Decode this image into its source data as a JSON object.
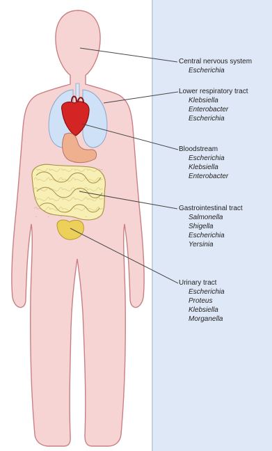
{
  "colors": {
    "body_fill": "#f6d4d4",
    "body_stroke": "#c97f82",
    "lung_fill": "#cfe1f7",
    "heart_fill": "#d52424",
    "stomach_fill": "#efb090",
    "intestine_fill": "#f7efb4",
    "bladder_fill": "#ecd05a",
    "panel_fill": "#dfe8f7",
    "leader_line": "#454545"
  },
  "organs": [
    {
      "name": "brain-region",
      "fill": "#f6d4d4"
    },
    {
      "name": "lungs",
      "fill": "#cfe1f7"
    },
    {
      "name": "heart",
      "fill": "#d52424"
    },
    {
      "name": "stomach",
      "fill": "#efb090"
    },
    {
      "name": "intestines",
      "fill": "#f7efb4"
    },
    {
      "name": "bladder",
      "fill": "#ecd05a"
    }
  ],
  "infection_sites": [
    {
      "site": "Central nervous system",
      "organisms": [
        "Escherichia"
      ]
    },
    {
      "site": "Lower respiratory tract",
      "organisms": [
        "Klebsiella",
        "Enterobacter",
        "Escherichia"
      ]
    },
    {
      "site": "Bloodstream",
      "organisms": [
        "Escherichia",
        "Klebsiella",
        "Enterobacter"
      ]
    },
    {
      "site": "Gastrointestinal tract",
      "organisms": [
        "Salmonella",
        "Shigella",
        "Escherichia",
        "Yersinia"
      ]
    },
    {
      "site": "Urinary tract",
      "organisms": [
        "Escherichia",
        "Proteus",
        "Klebsiella",
        "Morganella"
      ]
    }
  ]
}
